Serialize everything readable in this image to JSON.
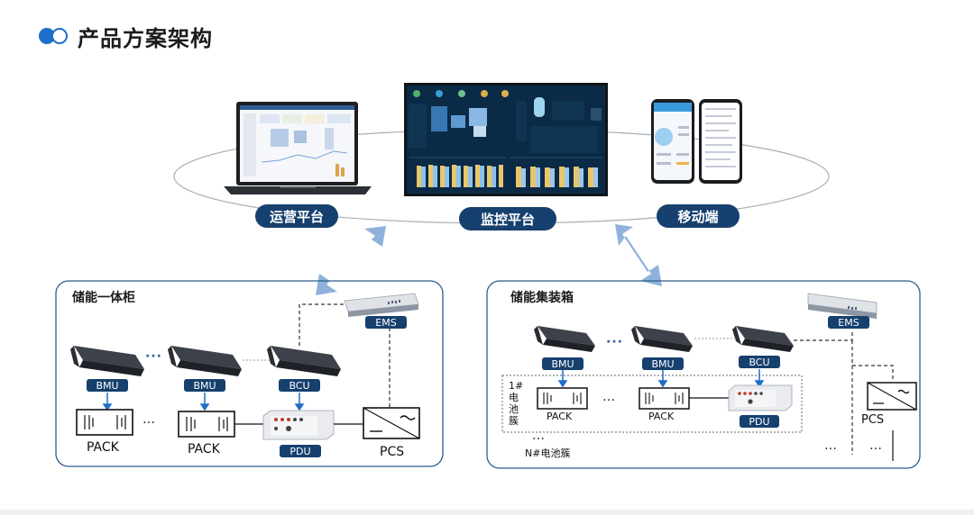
{
  "title": "产品方案架构",
  "platforms": {
    "operation": "运营平台",
    "monitoring": "监控平台",
    "mobile": "移动端"
  },
  "left_box": {
    "title": "储能一体柜",
    "ems": "EMS",
    "bmu1": "BMU",
    "bmu2": "BMU",
    "bcu": "BCU",
    "pack1": "PACK",
    "pack2": "PACK",
    "pdu": "PDU",
    "pcs": "PCS",
    "ellipsis": "…",
    "ellipsis_mid": "···"
  },
  "right_box": {
    "title": "储能集装箱",
    "ems": "EMS",
    "bmu1": "BMU",
    "bmu2": "BMU",
    "bcu": "BCU",
    "pack1": "PACK",
    "pack2": "PACK",
    "pdu": "PDU",
    "pcs": "PCS",
    "cluster_label": "1#\n电\n池\n簇",
    "cluster_n": "N#电池簇",
    "ellipsis": "…",
    "ellipsis_mid": "···"
  },
  "colors": {
    "navy": "#16406e",
    "accent_blue": "#1f6ec8",
    "arrow_blue": "#8fb2dd",
    "box_border": "#2f5c8c"
  }
}
